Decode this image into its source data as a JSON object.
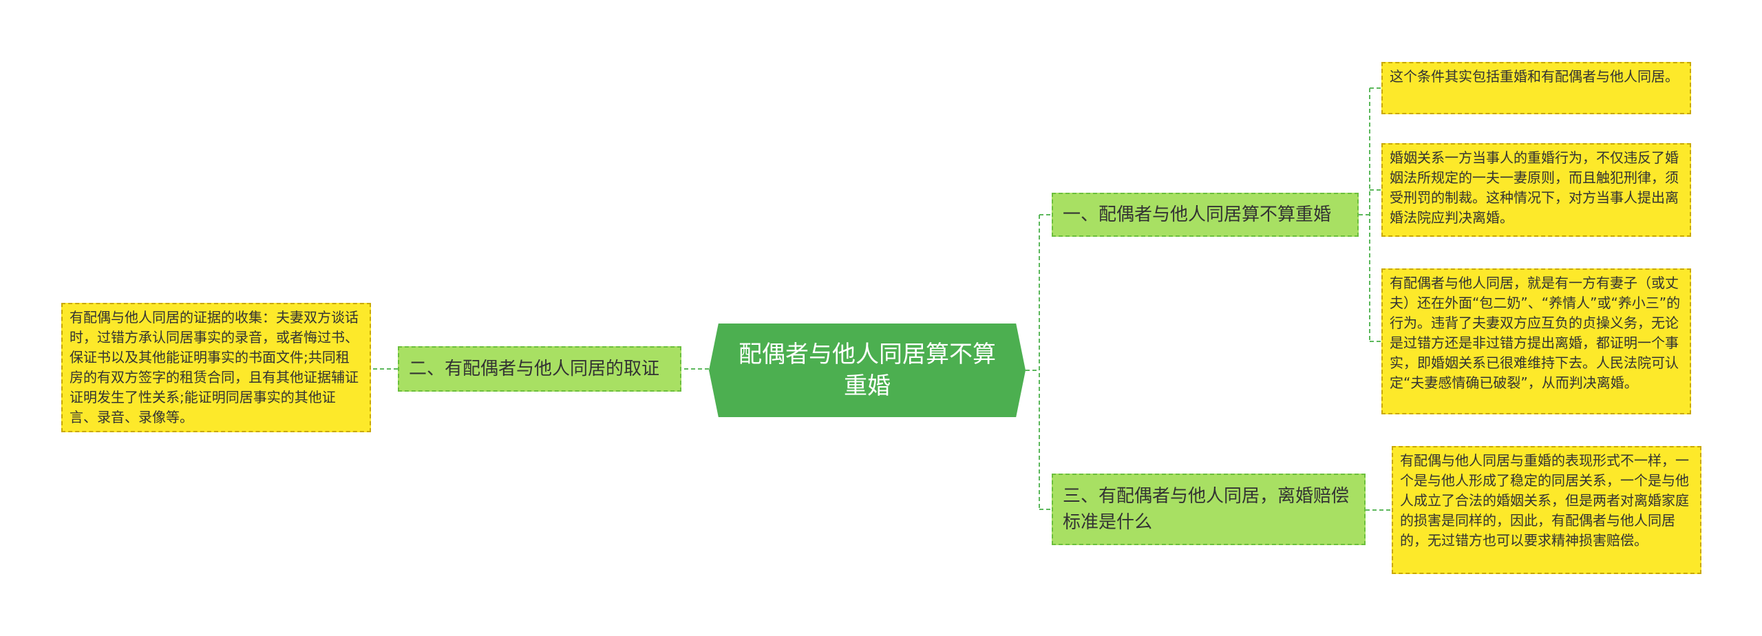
{
  "root": {
    "title": "配偶者与他人同居算不算重婚"
  },
  "branches": [
    {
      "label": "一、配偶者与他人同居算不算重婚"
    },
    {
      "label": "二、有配偶者与他人同居的取证"
    },
    {
      "label": "三、有配偶者与他人同居，离婚赔偿标准是什么"
    }
  ],
  "leaves": [
    {
      "text": "这个条件其实包括重婚和有配偶者与他人同居。"
    },
    {
      "text": "婚姻关系一方当事人的重婚行为，不仅违反了婚姻法所规定的一夫一妻原则，而且触犯刑律，须受刑罚的制裁。这种情况下，对方当事人提出离婚法院应判决离婚。"
    },
    {
      "text": "有配偶者与他人同居，就是有一方有妻子（或丈夫）还在外面“包二奶”、“养情人”或“养小三”的行为。违背了夫妻双方应互负的贞操义务，无论是过错方还是非过错方提出离婚，都证明一个事实，即婚姻关系已很难维持下去。人民法院可认定“夫妻感情确已破裂”，从而判决离婚。"
    },
    {
      "text": "有配偶与他人同居与重婚的表现形式不一样，一个是与他人形成了稳定的同居关系，一个是与他人成立了合法的婚姻关系，但是两者对离婚家庭的损害是同样的，因此，有配偶者与他人同居的，无过错方也可以要求精神损害赔偿。"
    },
    {
      "text": "有配偶与他人同居的证据的收集：夫妻双方谈话时，过错方承认同居事实的录音，或者悔过书、保证书以及其他能证明事实的书面文件;共同租房的有双方签字的租赁合同，且有其他证据辅证证明发生了性关系;能证明同居事实的其他证言、录音、录像等。"
    }
  ],
  "colors": {
    "root_bg": "#4caf50",
    "branch_bg": "#a8e063",
    "leaf_bg": "#fde92a",
    "connector": "#5cb85c"
  }
}
